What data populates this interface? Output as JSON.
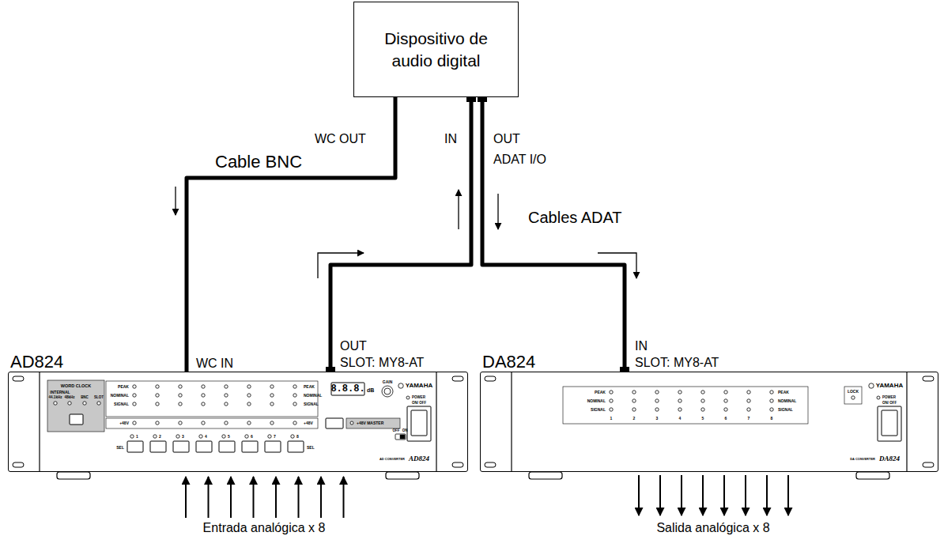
{
  "diagram": {
    "nodes": [
      {
        "text": [
          "Dispositivo de audio digital"
        ]
      },
      {
        "text": [
          "AD824"
        ]
      },
      {
        "text": [
          "DA824"
        ]
      }
    ],
    "edges": [
      {
        "from": 0,
        "to": 1,
        "arrow": "to",
        "label": "Cable BNC"
      },
      {
        "from": 1,
        "to": 0,
        "arrow": "to"
      },
      {
        "from": 0,
        "to": 2,
        "arrow": "to"
      }
    ],
    "labels": [
      "WC OUT",
      "IN",
      "OUT",
      "ADAT I/O",
      "Cables ADAT",
      "WC IN",
      "OUT",
      "SLOT: MY8-AT",
      "IN",
      "SLOT: MY8-AT",
      "Entrada analógica x 8",
      "Salida analógica x 8",
      "WORD CLOCK",
      "INTERNAL",
      "44.1kHz",
      "48kHz",
      "BNC",
      "SLOT",
      "PEAK",
      "NOMINAL",
      "SIGNAL",
      "PEAK",
      "NOMINAL",
      "SIGNAL",
      "8.8.8.",
      "dB",
      "GAIN",
      "+48V",
      "+48V",
      "+48V MASTER",
      "1",
      "2",
      "3",
      "4",
      "5",
      "6",
      "7",
      "8",
      "SEL",
      "SEL",
      "OFF",
      "ON",
      "YAMAHA",
      "POWER",
      "ON/ OFF",
      "AD CONVERTER",
      "AD824",
      "PEAK",
      "NOMINAL",
      "SIGNAL",
      "PEAK",
      "NOMINAL",
      "SIGNAL",
      "1",
      "2",
      "3",
      "4",
      "5",
      "6",
      "7",
      "8",
      "LOCK",
      "YAMAHA",
      "POWER",
      "ON/ OFF",
      "DA CONVERTER",
      "DA824"
    ]
  }
}
